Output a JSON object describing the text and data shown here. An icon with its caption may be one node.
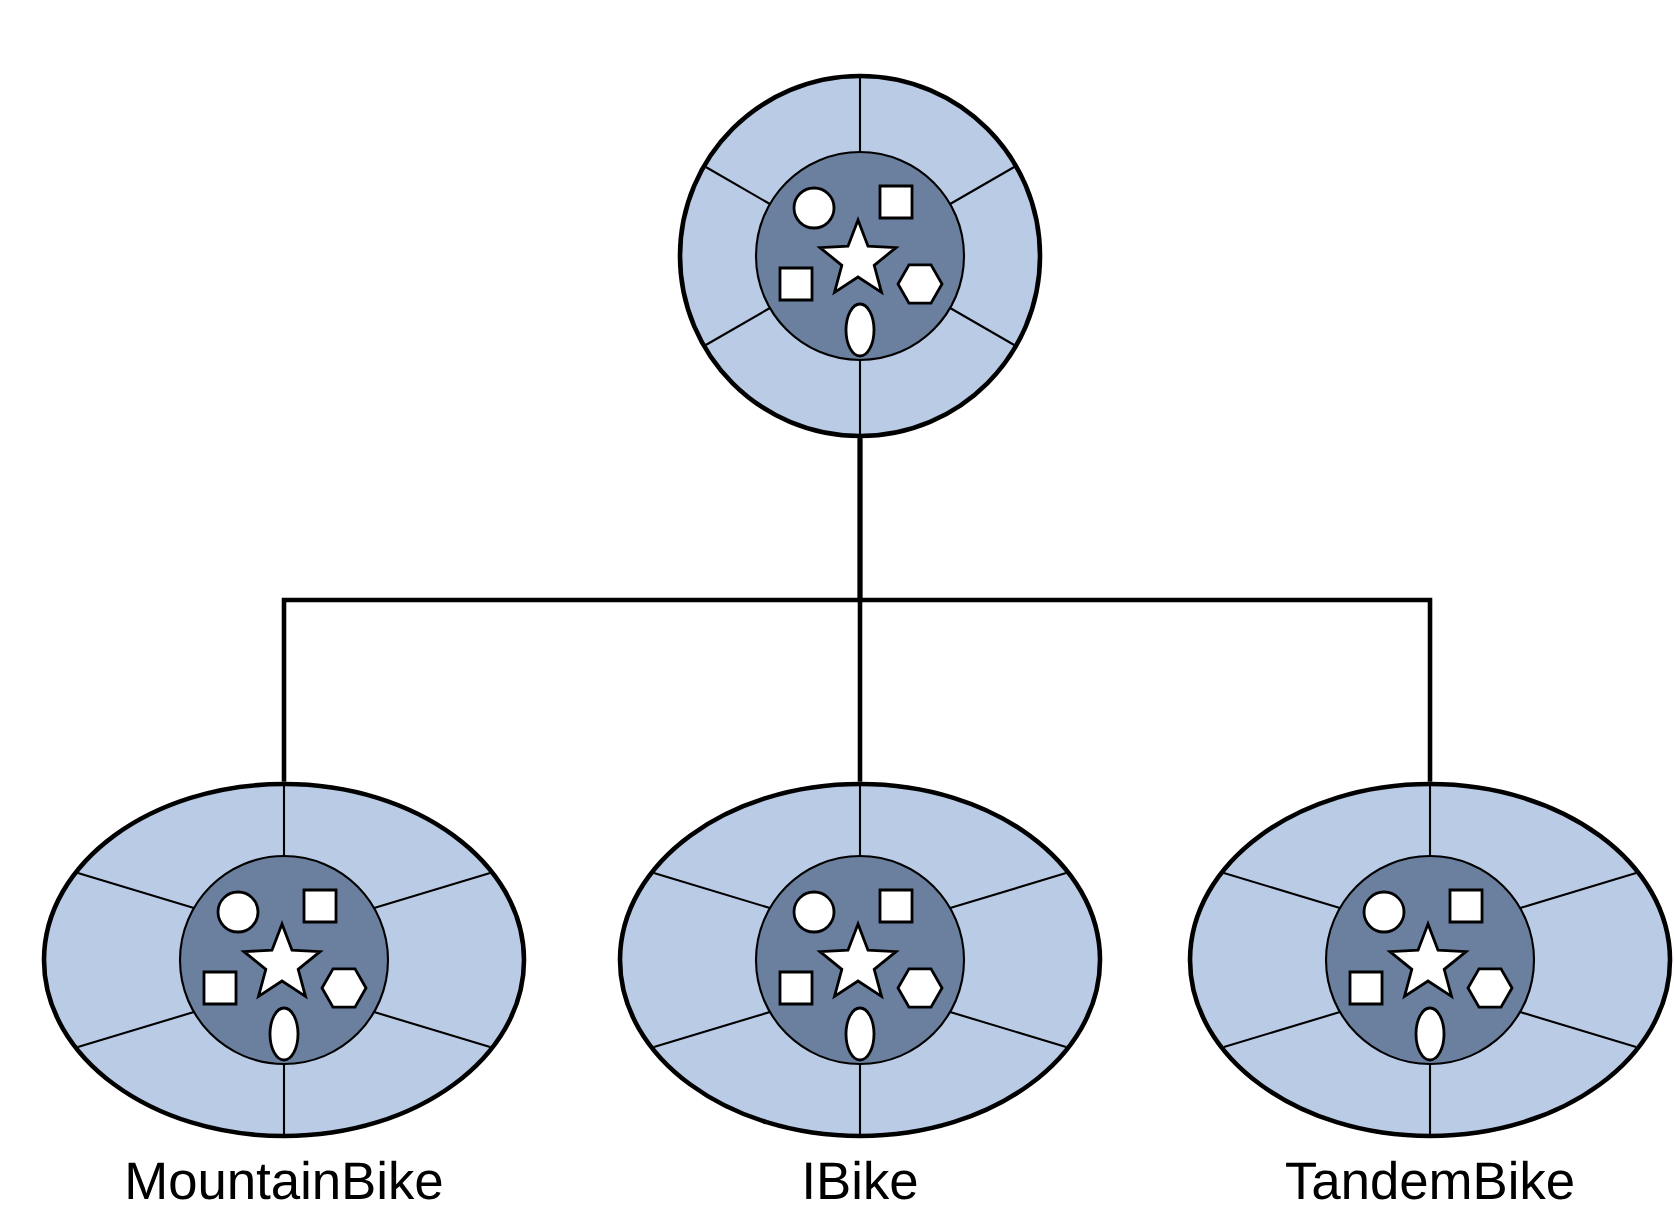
{
  "diagram": {
    "nodes": [
      {
        "text": [],
        "shape": "circle"
      },
      {
        "text": [
          "MountainBike"
        ]
      },
      {
        "text": [
          "IBike"
        ]
      },
      {
        "text": [
          "TandemBike"
        ]
      }
    ],
    "edges": [
      {
        "from": 0,
        "to": 1,
        "arrow": "none"
      },
      {
        "from": 0,
        "to": 2,
        "arrow": "none"
      },
      {
        "from": 0,
        "to": 3,
        "arrow": "none"
      }
    ]
  }
}
